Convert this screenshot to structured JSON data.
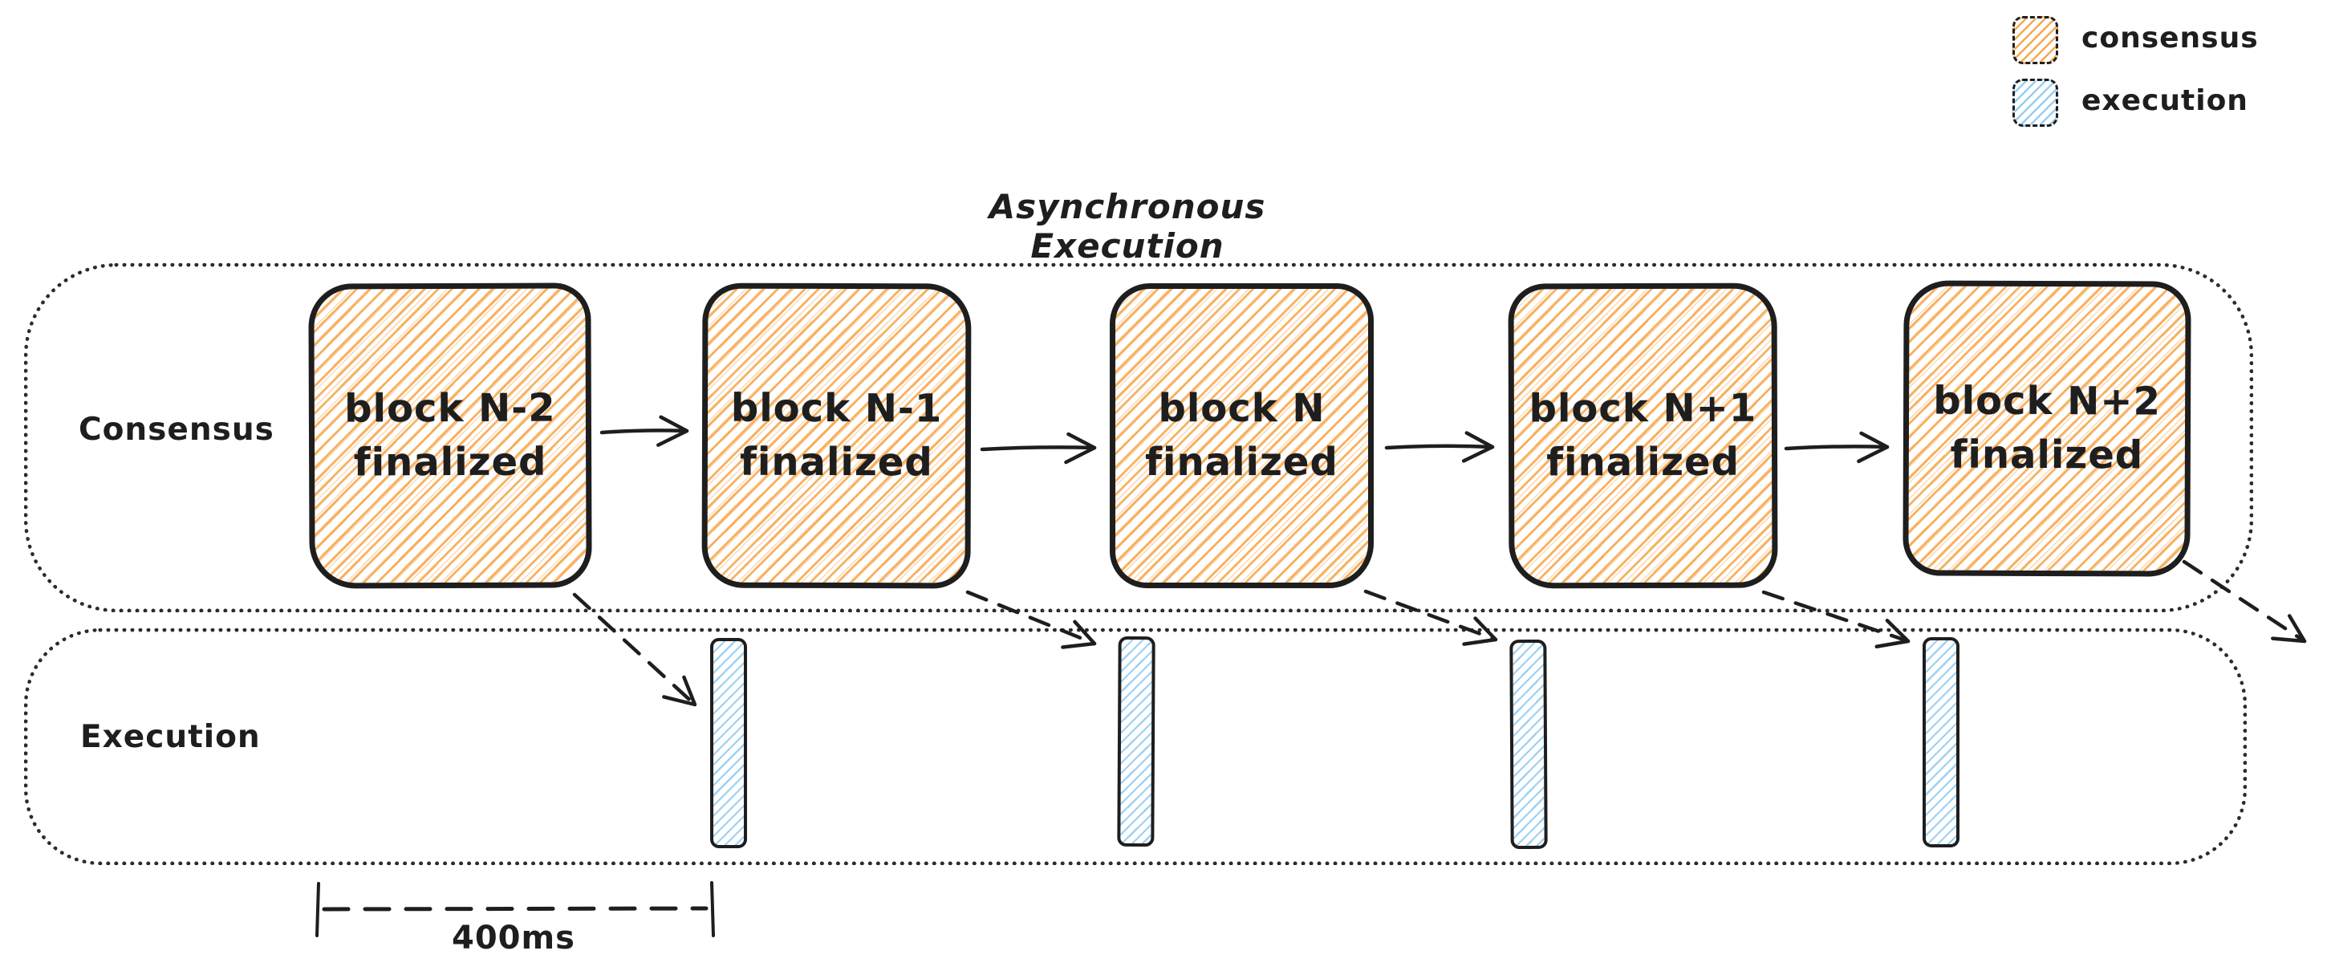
{
  "title": "Asynchronous Execution",
  "legend": {
    "items": [
      {
        "label": "consensus",
        "swatch_color": "#f7a448",
        "swatch_style": "orange-diagonal-hatch"
      },
      {
        "label": "execution",
        "swatch_color": "#92ccf3",
        "swatch_style": "blue-diagonal-hatch"
      }
    ]
  },
  "consensus_lane": {
    "label": "Consensus",
    "blocks": [
      {
        "line1": "block N-2",
        "line2": "finalized"
      },
      {
        "line1": "block N-1",
        "line2": "finalized"
      },
      {
        "line1": "block N",
        "line2": "finalized"
      },
      {
        "line1": "block N+1",
        "line2": "finalized"
      },
      {
        "line1": "block N+2",
        "line2": "finalized"
      }
    ]
  },
  "execution_lane": {
    "label": "Execution",
    "bars": [
      {
        "name": "execution-slot-1"
      },
      {
        "name": "execution-slot-2"
      },
      {
        "name": "execution-slot-3"
      },
      {
        "name": "execution-slot-4"
      }
    ]
  },
  "measurement": {
    "label": "400ms"
  },
  "colors": {
    "ink": "#1e1e1e",
    "consensus_hatch": "#f7a448",
    "execution_hatch": "#92ccf3",
    "background": "#ffffff"
  }
}
